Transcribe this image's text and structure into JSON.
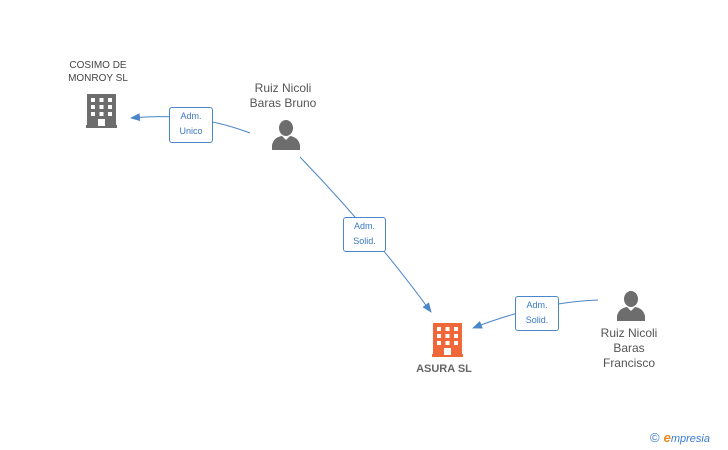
{
  "nodes": {
    "cosimo": {
      "name_line1": "COSIMO DE",
      "name_line2": "MONROY  SL",
      "type": "company",
      "color": "#6d6d6d"
    },
    "bruno": {
      "name_line1": "Ruiz Nicoli",
      "name_line2": "Baras Bruno",
      "type": "person",
      "color": "#6d6d6d"
    },
    "asura": {
      "name": "ASURA SL",
      "type": "company",
      "color": "#f0683a"
    },
    "francisco": {
      "name_line1": "Ruiz Nicoli",
      "name_line2": "Baras",
      "name_line3": "Francisco",
      "type": "person",
      "color": "#6d6d6d"
    }
  },
  "edges": {
    "bruno_cosimo": {
      "line1": "Adm.",
      "line2": "Unico"
    },
    "bruno_asura": {
      "line1": "Adm.",
      "line2": "Solid."
    },
    "francisco_asura": {
      "line1": "Adm.",
      "line2": "Solid."
    }
  },
  "edge_color": "#4a86c8",
  "brand": {
    "copyright": "©",
    "e": "e",
    "rest": "mpresia"
  }
}
